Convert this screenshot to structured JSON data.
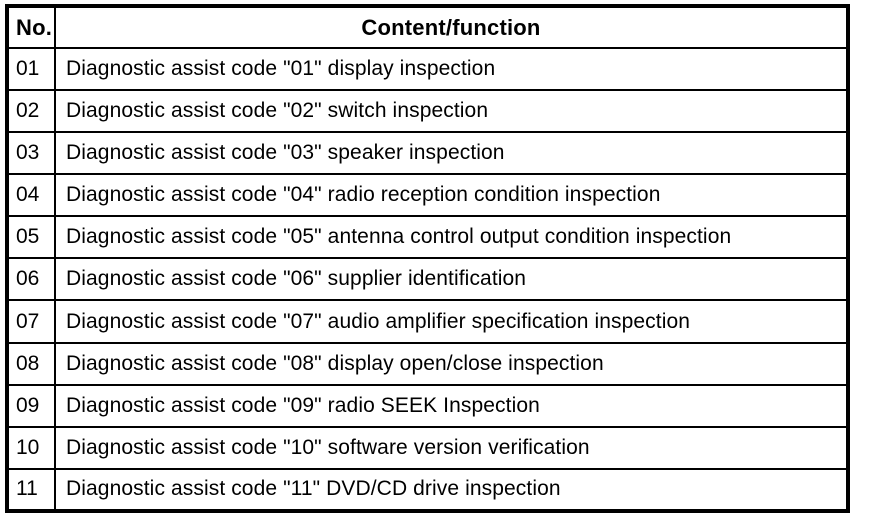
{
  "table": {
    "headers": {
      "no": "No.",
      "content": "Content/function"
    },
    "rows": [
      {
        "no": "01",
        "content": "Diagnostic assist code \"01\" display inspection"
      },
      {
        "no": "02",
        "content": "Diagnostic assist code \"02\" switch inspection"
      },
      {
        "no": "03",
        "content": "Diagnostic assist code \"03\" speaker inspection"
      },
      {
        "no": "04",
        "content": "Diagnostic assist code \"04\" radio reception condition inspection"
      },
      {
        "no": "05",
        "content": "Diagnostic assist code \"05\" antenna control output condition inspection"
      },
      {
        "no": "06",
        "content": "Diagnostic assist code \"06\" supplier identification"
      },
      {
        "no": "07",
        "content": "Diagnostic assist code \"07\" audio amplifier specification inspection"
      },
      {
        "no": "08",
        "content": "Diagnostic assist code \"08\" display open/close inspection"
      },
      {
        "no": "09",
        "content": "Diagnostic assist code \"09\" radio SEEK Inspection"
      },
      {
        "no": "10",
        "content": "Diagnostic assist code \"10\" software version verification"
      },
      {
        "no": "11",
        "content": "Diagnostic assist code \"11\" DVD/CD drive inspection"
      }
    ]
  }
}
